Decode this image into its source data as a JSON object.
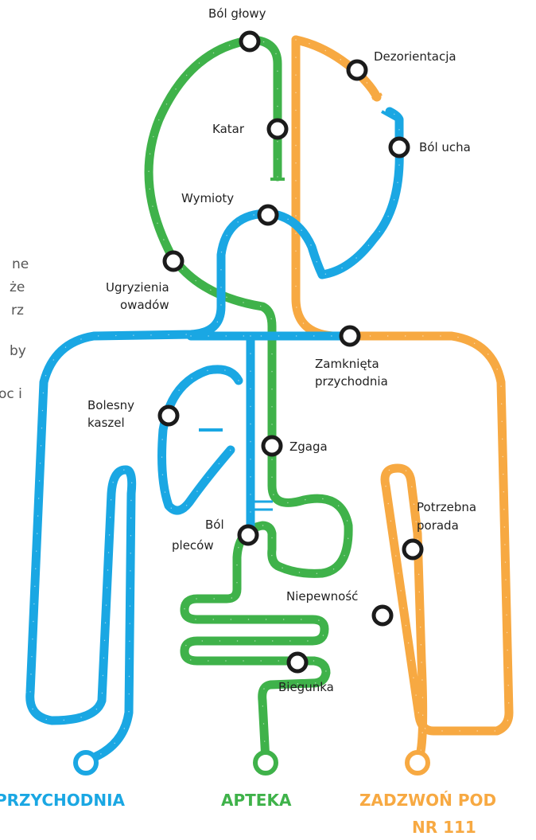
{
  "colors": {
    "blue": "#1aa7e3",
    "green": "#3fb24a",
    "orange": "#f7a942"
  },
  "side_text": [
    "ne",
    "że",
    "rz",
    "by",
    "oc i"
  ],
  "stations": {
    "bol_glowy": "Ból głowy",
    "dezorientacja": "Dezorientacja",
    "katar": "Katar",
    "bol_ucha": "Ból ucha",
    "wymioty": "Wymioty",
    "ugryzienia_1": "Ugryzienia",
    "ugryzienia_2": "owadów",
    "zamknieta_1": "Zamknięta",
    "zamknieta_2": "przychodnia",
    "bolesny_1": "Bolesny",
    "bolesny_2": "kaszel",
    "zgaga": "Zgaga",
    "potrzebna_1": "Potrzebna",
    "potrzebna_2": "porada",
    "bol_plecow_1": "Ból",
    "bol_plecow_2": "pleców",
    "niepewnosc": "Niepewność",
    "biegunka": "Biegunka"
  },
  "legend": {
    "przychodnia": "PRZYCHODNIA",
    "apteka": "APTEKA",
    "zadzwon_1": "ZADZWOŃ POD",
    "zadzwon_2": "NR 111"
  }
}
